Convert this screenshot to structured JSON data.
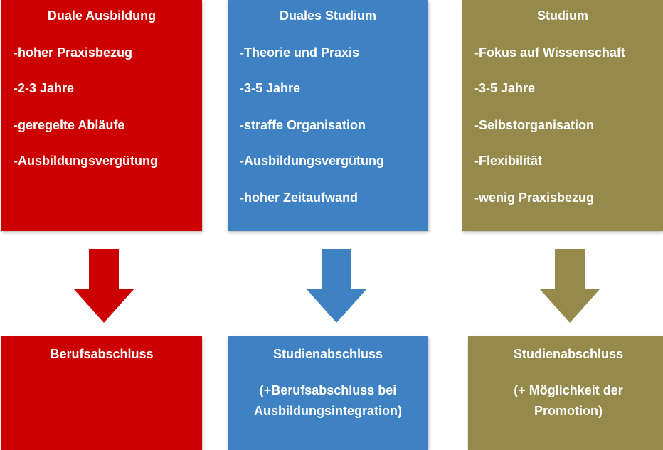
{
  "columns": [
    {
      "title": "Duale Ausbildung",
      "color": "#cc0000",
      "points": [
        "-hoher Praxisbezug",
        "-2-3 Jahre",
        "-geregelte Abläufe",
        "-Ausbildungsvergütung"
      ],
      "outcome": "Berufsabschluss",
      "outcome_note": [
        "",
        ""
      ]
    },
    {
      "title": "Duales Studium",
      "color": "#3f82c4",
      "points": [
        "-Theorie und Praxis",
        "-3-5 Jahre",
        "-straffe Organisation",
        "-Ausbildungsvergütung",
        "-hoher Zeitaufwand"
      ],
      "outcome": "Studienabschluss",
      "outcome_note": [
        "(+Berufsabschluss bei",
        "Ausbildungsintegration)"
      ]
    },
    {
      "title": "Studium",
      "color": "#958a4b",
      "points": [
        "-Fokus auf Wissenschaft",
        "-3-5 Jahre",
        "-Selbstorganisation",
        "-Flexibilität",
        "-wenig Praxisbezug"
      ],
      "outcome": "Studienabschluss",
      "outcome_note": [
        "(+ Möglichkeit der",
        "Promotion)"
      ]
    }
  ]
}
